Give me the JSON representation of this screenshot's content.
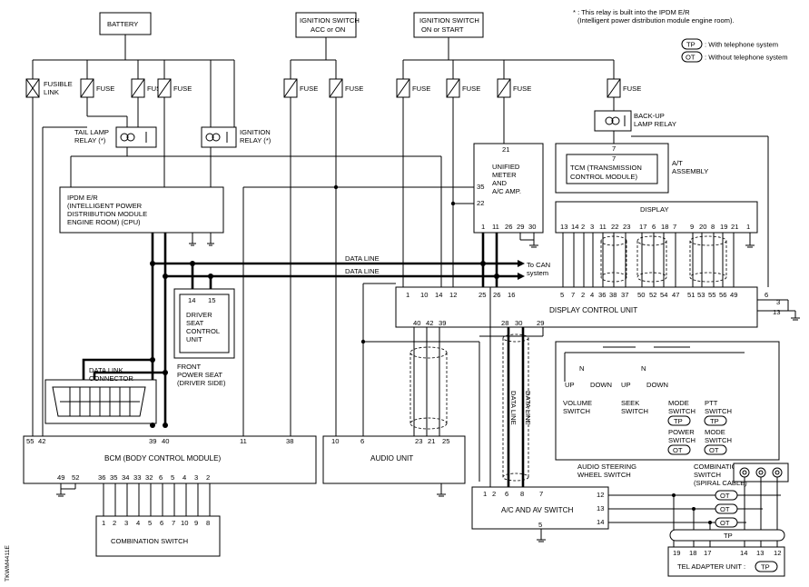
{
  "notes": {
    "relay_note_line1": "* : This relay is built into the IPDM E/R",
    "relay_note_line2": "(Intelligent power distribution module engine room).",
    "tp_badge": "TP",
    "tp_text": ": With telephone system",
    "ot_badge": "OT",
    "ot_text": ": Without telephone system",
    "side_code": "TKWM4411E"
  },
  "power": {
    "battery": "BATTERY",
    "ign_acc_line1": "IGNITION SWITCH",
    "ign_acc_line2": "ACC or ON",
    "ign_start_line1": "IGNITION SWITCH",
    "ign_start_line2": "ON or START",
    "fusible_link_line1": "FUSIBLE",
    "fusible_link_line2": "LINK",
    "fuse": "FUSE"
  },
  "relays": {
    "tail_lamp_line1": "TAIL LAMP",
    "tail_lamp_line2": "RELAY (*)",
    "ignition_line1": "IGNITION",
    "ignition_line2": "RELAY (*)",
    "backup_line1": "BACK-UP",
    "backup_line2": "LAMP RELAY"
  },
  "modules": {
    "ipdm_line1": "IPDM E/R",
    "ipdm_line2": "(INTELLIGENT POWER",
    "ipdm_line3": "DISTRIBUTION MODULE",
    "ipdm_line4": "ENGINE ROOM) (CPU)",
    "unified_line1": "UNIFIED",
    "unified_line2": "METER",
    "unified_line3": "AND",
    "unified_line4": "A/C AMP.",
    "tcm_line1": "TCM (TRANSMISSION",
    "tcm_line2": "CONTROL MODULE)",
    "at_line1": "A/T",
    "at_line2": "ASSEMBLY",
    "display": "DISPLAY",
    "display_control_unit": "DISPLAY CONTROL UNIT",
    "driver_seat_line1": "DRIVER",
    "driver_seat_line2": "SEAT",
    "driver_seat_line3": "CONTROL",
    "driver_seat_line4": "UNIT",
    "front_seat_line1": "FRONT",
    "front_seat_line2": "POWER SEAT",
    "front_seat_line3": "(DRIVER SIDE)",
    "dlc_line1": "DATA LINK",
    "dlc_line2": "CONNECTOR",
    "bcm": "BCM (BODY CONTROL MODULE)",
    "audio_unit": "AUDIO UNIT",
    "combination_switch": "COMBINATION SWITCH",
    "ac_av_switch": "A/C AND AV SWITCH",
    "tel_adapter": "TEL ADAPTER UNIT :",
    "tel_badge": "TP"
  },
  "data_lines": {
    "label1": "DATA LINE",
    "label2": "DATA LINE",
    "to_can_line1": "To CAN",
    "to_can_line2": "system",
    "vertical1": "DATA LINE",
    "vertical2": "DATA LINE"
  },
  "steering": {
    "up1": "UP",
    "down1": "DOWN",
    "up2": "UP",
    "down2": "DOWN",
    "n1": "N",
    "n2": "N",
    "volume_line1": "VOLUME",
    "volume_line2": "SWITCH",
    "seek_line1": "SEEK",
    "seek_line2": "SWITCH",
    "mode_line1": "MODE",
    "mode_line2": "SWITCH",
    "ptt_line1": "PTT",
    "ptt_line2": "SWITCH",
    "mode2_line1": "MODE",
    "mode2_line2": "SWITCH",
    "power_line1": "POWER",
    "power_line2": "SWITCH",
    "badge_tp": "TP",
    "badge_ot": "OT",
    "audio_steering_line1": "AUDIO STEERING",
    "audio_steering_line2": "WHEEL SWITCH",
    "comb_spiral_line1": "COMBINATION",
    "comb_spiral_line2": "SWITCH",
    "comb_spiral_line3": "(SPIRAL CABLE)",
    "ot_label": "OT",
    "tp_label": "TP"
  },
  "pins": {
    "unified_21": "21",
    "unified_35": "35",
    "unified_22": "22",
    "unified_bottom": [
      "1",
      "11",
      "26",
      "29",
      "30"
    ],
    "tcm_7a": "7",
    "tcm_7b": "7",
    "display_top": [
      "13",
      "14",
      "2",
      "3",
      "11",
      "22",
      "23",
      "17",
      "6",
      "18",
      "7",
      "9",
      "20",
      "8",
      "19",
      "21",
      "1"
    ],
    "dcu_top": [
      "1",
      "10",
      "14",
      "12",
      "25",
      "26",
      "16"
    ],
    "dcu_bottom": [
      "5",
      "7",
      "2",
      "4",
      "36",
      "38",
      "37",
      "50",
      "52",
      "54",
      "47",
      "51",
      "53",
      "55",
      "56",
      "49",
      "6"
    ],
    "dcu_right_3": "3",
    "dcu_right_13": "13",
    "driver_14": "14",
    "driver_15": "15",
    "audio_top": [
      "40",
      "42",
      "39"
    ],
    "acav_top": [
      "28",
      "30",
      "29"
    ],
    "bcm_top": [
      "55",
      "42",
      "39",
      "40",
      "11",
      "38"
    ],
    "bcm_bottom": [
      "49",
      "52",
      "36",
      "35",
      "34",
      "33",
      "32",
      "6",
      "5",
      "4",
      "3",
      "2"
    ],
    "audio_unit_top": [
      "10",
      "6",
      "23",
      "21",
      "25"
    ],
    "comb_sw": [
      "1",
      "2",
      "3",
      "4",
      "5",
      "6",
      "7",
      "10",
      "9",
      "8"
    ],
    "acav_left": [
      "1",
      "2",
      "6",
      "8",
      "7"
    ],
    "acav_right": [
      "12",
      "13",
      "14"
    ],
    "acav_bottom": "5",
    "tel_top": [
      "19",
      "18",
      "17",
      "14",
      "13",
      "12"
    ]
  }
}
